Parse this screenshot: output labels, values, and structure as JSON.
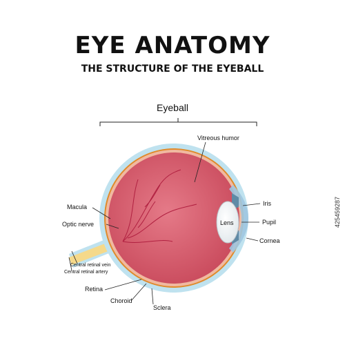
{
  "header": {
    "title": "EYE ANATOMY",
    "subtitle": "THE STRUCTURE OF THE EYEBALL"
  },
  "diagram": {
    "bracket_label": "Eyeball",
    "labels": {
      "vitreous": "Vitreous humor",
      "iris": "Iris",
      "lens": "Lens",
      "pupil": "Pupil",
      "cornea": "Cornea",
      "macula": "Macula",
      "optic_nerve": "Optic nerve",
      "central_vein": "Central retinal vein",
      "central_artery": "Central retinal artery",
      "retina": "Retina",
      "choroid": "Choroid",
      "sclera": "Sclera"
    },
    "colors": {
      "vitreous": "#d86070",
      "retina": "#f0b9a0",
      "choroid": "#e08a2a",
      "sclera": "#bfe2ef",
      "cornea": "#9fc7e0",
      "iris": "#5f8aa6",
      "lens": "#ffffff",
      "optic_nerve": "#f5d98a",
      "vessels": "#b02040"
    }
  },
  "watermark": {
    "stock_id": "425459287"
  }
}
